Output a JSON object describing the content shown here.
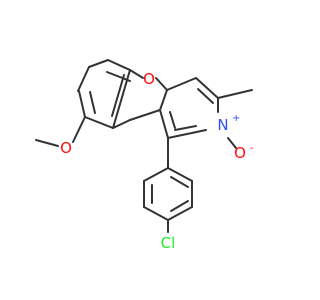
{
  "atoms": {
    "oxygen_ring": "O",
    "oxygen_methoxy": "O",
    "nitrogen": "N",
    "n_charge": "+",
    "oxygen_oxide": "O",
    "o_charge": "-",
    "chlorine": "Cl"
  },
  "colors": {
    "oxygen": "#ff0d0d",
    "nitrogen": "#3050f8",
    "chlorine": "#1ff01f",
    "bond": "#333333",
    "background": "#ffffff"
  }
}
